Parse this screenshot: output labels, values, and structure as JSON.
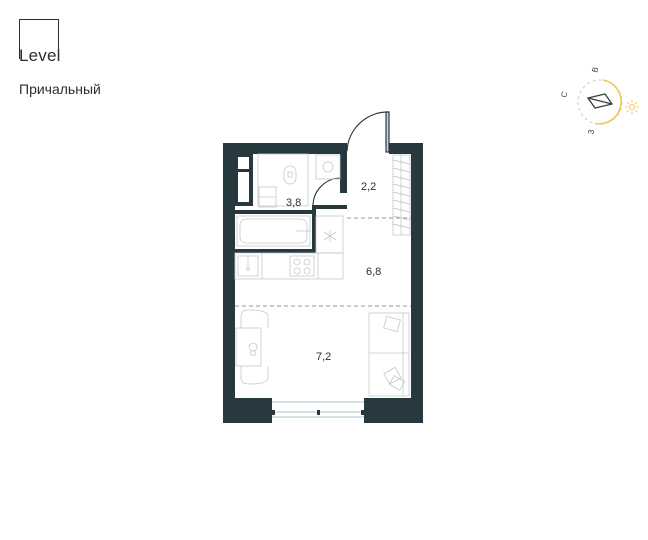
{
  "brand": {
    "name": "Level",
    "project": "Причальный"
  },
  "compass": {
    "labels": {
      "north": "С",
      "east": "В",
      "west": "З"
    },
    "sun_icon": "sun-icon",
    "accent_color": "#f2c94c"
  },
  "floor_plan": {
    "wall_color": "#27383f",
    "rooms": [
      {
        "name": "bathroom",
        "area": "3,8"
      },
      {
        "name": "hallway",
        "area": "2,2"
      },
      {
        "name": "kitchen",
        "area": "6,8"
      },
      {
        "name": "living",
        "area": "7,2"
      }
    ]
  }
}
